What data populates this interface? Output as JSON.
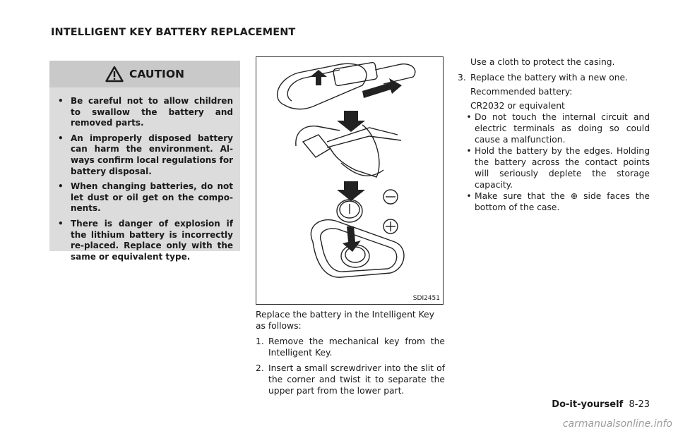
{
  "section_title": "INTELLIGENT KEY BATTERY REPLACEMENT",
  "caution": {
    "title": "CAUTION",
    "items": [
      "Be careful not to allow children to swallow the battery and removed parts.",
      "An improperly disposed battery can harm the environment. Al-ways confirm local regulations for battery disposal.",
      "When changing batteries, do not let dust or oil get on the compo-nents.",
      "There is danger of explosion if the lithium battery is incorrectly re-placed. Replace only with the same or equivalent type."
    ]
  },
  "figure": {
    "code": "SDI2451"
  },
  "intro": "Replace the battery in the Intelligent Key as follows:",
  "steps": [
    {
      "num": "1.",
      "text": "Remove the mechanical key from the Intelligent Key."
    },
    {
      "num": "2.",
      "text": "Insert a small screwdriver into the slit of the corner and twist it to separate the upper part from the lower part."
    }
  ],
  "step2_continued": "Use a cloth to protect the casing.",
  "step3": {
    "num": "3.",
    "text": "Replace the battery with a new one."
  },
  "recommended_label": "Recommended battery:",
  "recommended_value": "CR2032 or equivalent",
  "bullets": [
    "Do not touch the internal circuit and electric terminals as doing so could cause a malfunction.",
    "Hold the battery by the edges. Holding the battery across the contact points will seriously deplete the storage capacity."
  ],
  "bullet3_before": "Make sure that the",
  "bullet3_symbol": "⊕",
  "bullet3_after": "side faces the bottom of the case.",
  "footer": {
    "section": "Do-it-yourself",
    "page": "8-23"
  },
  "watermark": "carmanualsonline.info"
}
